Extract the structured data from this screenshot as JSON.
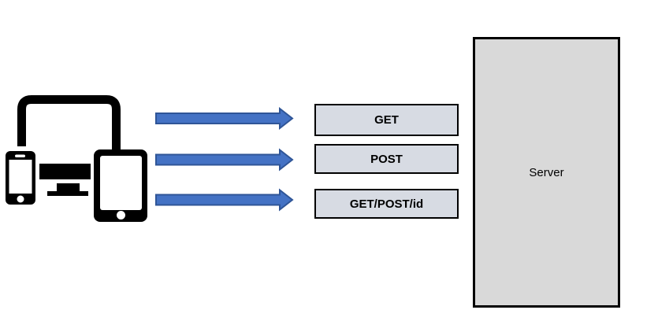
{
  "colors": {
    "arrow_fill": "#4472C4",
    "arrow_stroke": "#2F5597",
    "request_box_fill": "#D7DBE3",
    "request_box_border": "#000000",
    "server_fill": "#D9D9D9",
    "server_border": "#000000",
    "device_icon_color": "#000000"
  },
  "icons": {
    "clients": "responsive-devices-icon"
  },
  "requests": [
    {
      "label": "GET"
    },
    {
      "label": "POST"
    },
    {
      "label": "GET/POST/id"
    }
  ],
  "server": {
    "label": "Server"
  }
}
